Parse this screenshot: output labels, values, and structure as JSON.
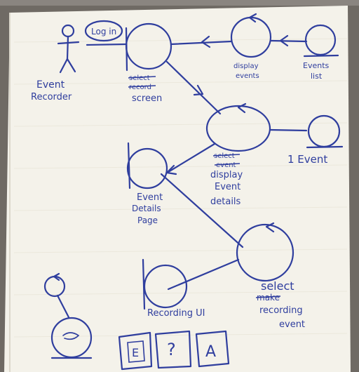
{
  "diagram": {
    "actor": {
      "label_line1": "Event",
      "label_line2": "Recorder"
    },
    "login": {
      "label": "Log in"
    },
    "screen": {
      "struck_line1": "select",
      "struck_line2": "record",
      "label": "screen"
    },
    "display_events": {
      "label_line1": "display",
      "label_line2": "events"
    },
    "events_list": {
      "label_line1": "Events",
      "label_line2": "list"
    },
    "event_details": {
      "struck_line1": "select",
      "struck_line2": "event",
      "label_line1": "display",
      "label_line2": "Event",
      "label_line3": "details"
    },
    "one_event": {
      "label": "1 Event"
    },
    "event_details_page": {
      "label_line1": "Event",
      "label_line2": "Details",
      "label_line3": "Page"
    },
    "select_recording": {
      "label_line1": "select",
      "struck_word": "make",
      "label_line2": "recording",
      "label_line3": "event"
    },
    "recording_ui": {
      "label": "Recording UI"
    },
    "legend": {
      "entity": "E",
      "control": "?",
      "actor": "A"
    }
  },
  "colors": {
    "ink": "#2f3e9e",
    "paper": "#f4f2ea",
    "background": "#6f6a64"
  }
}
